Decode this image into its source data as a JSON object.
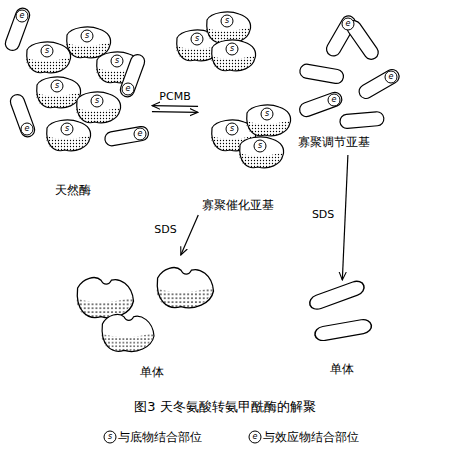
{
  "diagram": {
    "caption": "图3 天冬氨酸转氨甲酰酶的解聚",
    "nodes": [
      {
        "text": [
          "天然酶"
        ]
      },
      {
        "text": [
          "寡聚催化亚基"
        ]
      },
      {
        "text": [
          "寡聚调节亚基"
        ]
      },
      {
        "text": [
          "单体"
        ]
      },
      {
        "text": [
          "单体"
        ]
      }
    ],
    "edges": [
      {
        "from": 0,
        "to": 1,
        "label": "PCMB",
        "arrow": "both"
      },
      {
        "from": 1,
        "to": 3,
        "label": "SDS",
        "arrow": "to"
      },
      {
        "from": 2,
        "to": 4,
        "label": "SDS",
        "arrow": "to"
      }
    ],
    "labels": [
      "s",
      "s",
      "s",
      "s",
      "s",
      "s",
      "e",
      "e",
      "e",
      "e",
      "s",
      "s",
      "s",
      "s",
      "s",
      "s",
      "e",
      "e",
      "e",
      "s",
      "e"
    ],
    "legend": [
      {
        "text": "与底物结合部位"
      },
      {
        "text": "与效应物结合部位"
      }
    ]
  }
}
